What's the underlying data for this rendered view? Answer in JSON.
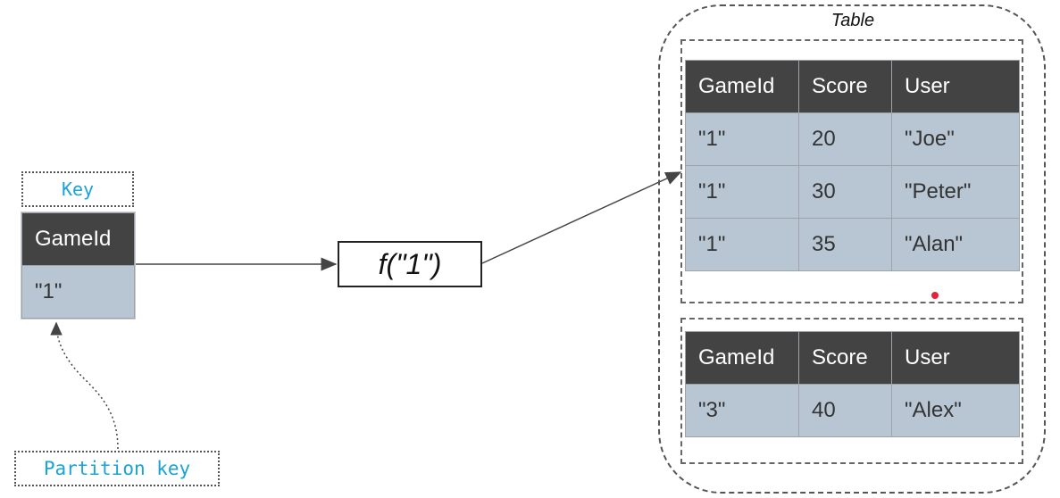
{
  "key": {
    "label": "Key",
    "header": "GameId",
    "value": "\"1\""
  },
  "partition_key": {
    "label": "Partition key"
  },
  "hash_function": {
    "text": "f(\"1\")"
  },
  "table": {
    "title": "Table",
    "partitions": [
      {
        "columns": [
          "GameId",
          "Score",
          "User"
        ],
        "rows": [
          [
            "\"1\"",
            "20",
            "\"Joe\""
          ],
          [
            "\"1\"",
            "30",
            "\"Peter\""
          ],
          [
            "\"1\"",
            "35",
            "\"Alan\""
          ]
        ]
      },
      {
        "columns": [
          "GameId",
          "Score",
          "User"
        ],
        "rows": [
          [
            "\"3\"",
            "40",
            "\"Alex\""
          ]
        ]
      }
    ]
  },
  "colors": {
    "header_bg": "#434343",
    "cell_bg": "#b8c6d3",
    "mono_label": "#1aa3d4",
    "marker_dot": "#e8213a"
  }
}
